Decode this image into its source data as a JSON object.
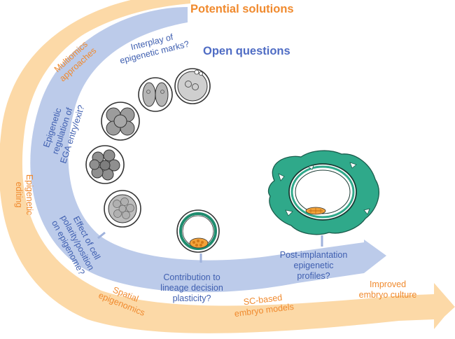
{
  "titles": {
    "potential_solutions": "Potential solutions",
    "open_questions": "Open questions"
  },
  "orange_labels": {
    "multiomics": [
      "Multiomics",
      "approaches"
    ],
    "editing": [
      "Epigenetic",
      "editing"
    ],
    "spatial": [
      "Spatial",
      "epigenomics"
    ],
    "sc_models": [
      "SC-based",
      "embryo models"
    ],
    "culture": [
      "Improved",
      "embryo culture"
    ]
  },
  "blue_labels": {
    "interplay": [
      "Interplay of",
      "epigenetic marks?"
    ],
    "ega": [
      "Epigenetic",
      "regulation of",
      "EGA entry/exit?"
    ],
    "polarity": [
      "Effect of cell",
      "polarity/position",
      "on epigenome?"
    ],
    "lineage": [
      "Contribution to",
      "lineage decision",
      "plasticity?"
    ],
    "post_implantation": [
      "Post-implantation",
      "epigenetic",
      "profiles?"
    ]
  },
  "colors": {
    "orange_arrow": "#fcd9a7",
    "orange_text": "#f08a2e",
    "blue_arrow": "#bccbea",
    "blue_text": "#3f5fb0",
    "teal": "#2fa98a",
    "cell": "#a8a8a8"
  }
}
